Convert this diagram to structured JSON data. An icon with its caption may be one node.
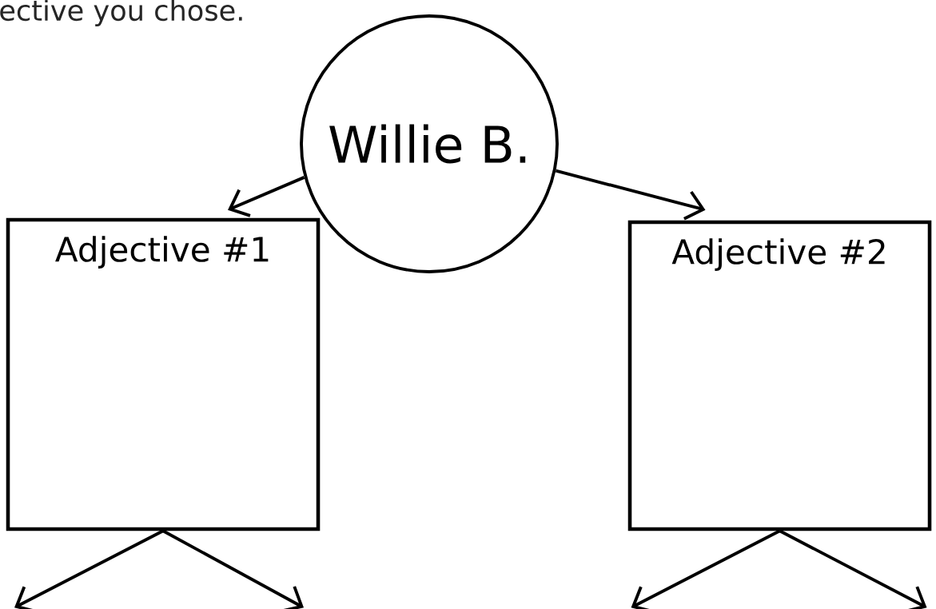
{
  "diagram": {
    "nodes": [
      {
        "text": [
          "Willie B."
        ]
      },
      {
        "text": [
          "Adjective #1"
        ]
      },
      {
        "text": [
          "Adjective #2"
        ]
      }
    ],
    "edges": [
      {
        "from": 0,
        "to": 1,
        "arrow": "to"
      },
      {
        "from": 0,
        "to": 2,
        "arrow": "to"
      },
      {
        "from": 1,
        "to": null,
        "arrow": "to"
      },
      {
        "from": 1,
        "to": null,
        "arrow": "to"
      },
      {
        "from": 2,
        "to": null,
        "arrow": "to"
      },
      {
        "from": 2,
        "to": null,
        "arrow": "to"
      }
    ],
    "labels": [
      "ective you chose."
    ]
  }
}
